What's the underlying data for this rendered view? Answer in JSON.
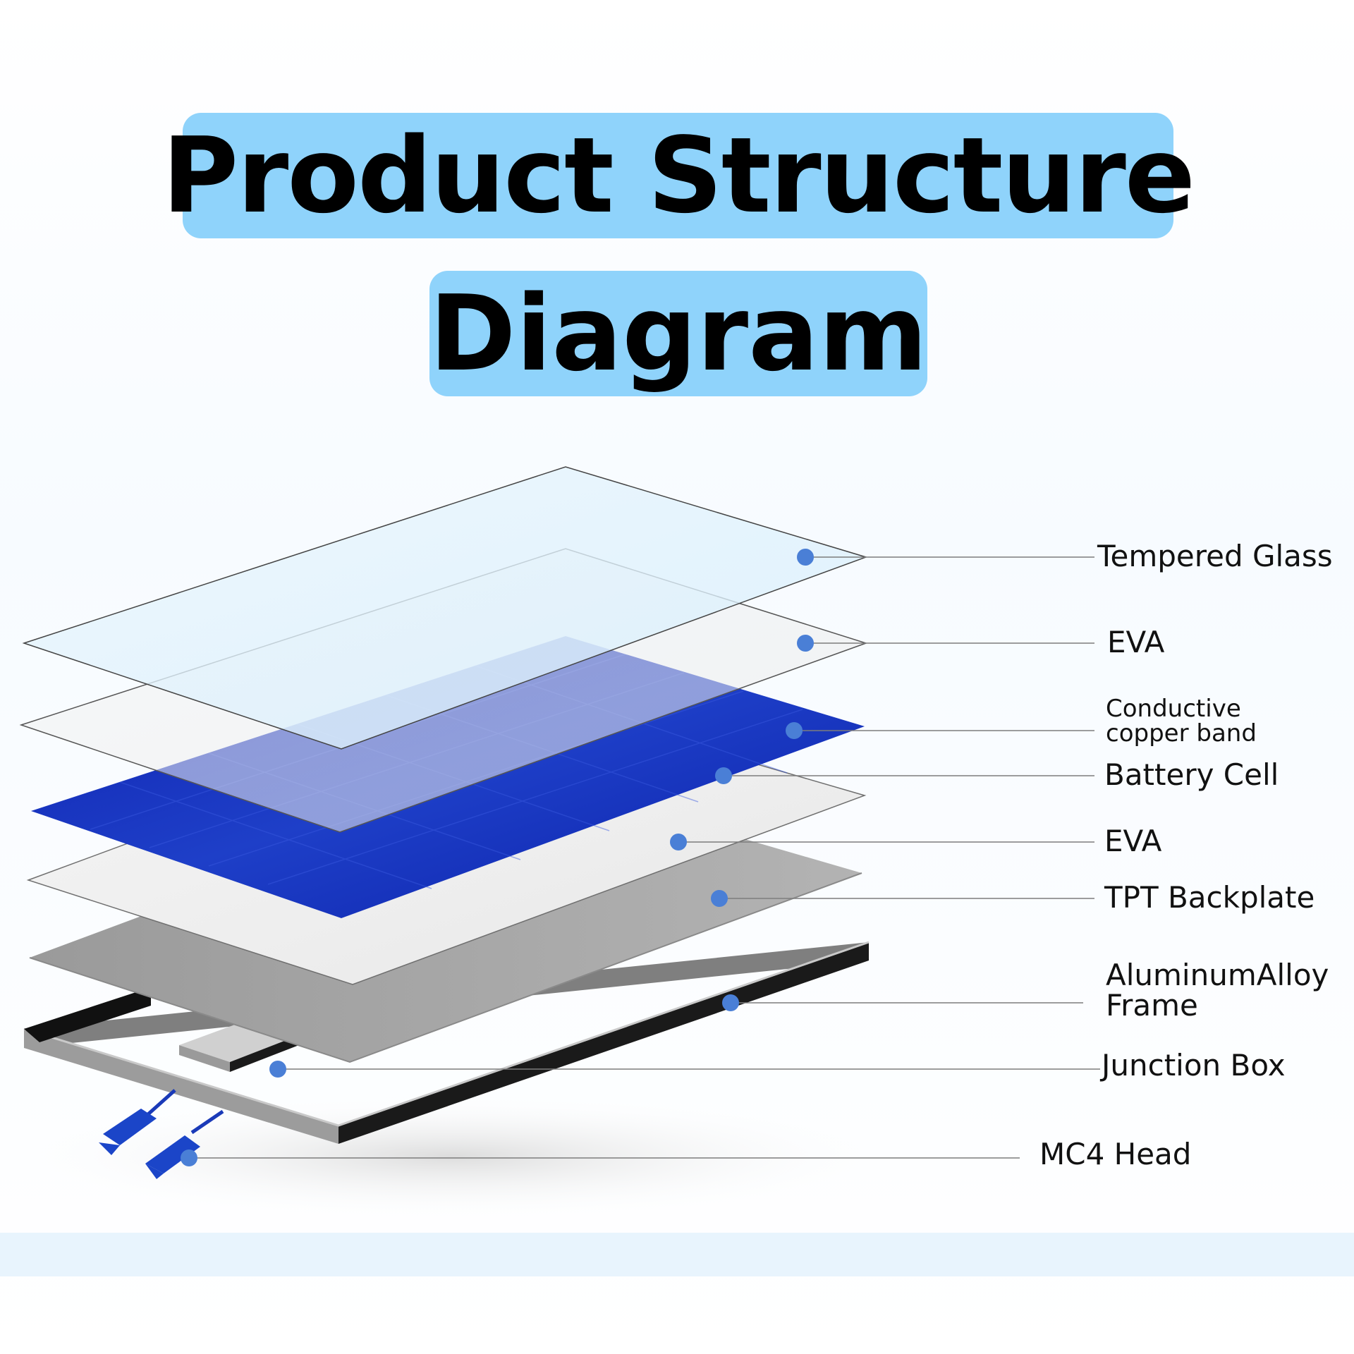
{
  "title": {
    "line1": "Product Structure",
    "line2": "Diagram"
  },
  "colors": {
    "title_pill": "#8fd3fb",
    "cell_blue": "#1028b8",
    "marker_blue": "#4a7fd6",
    "frame_dark": "#151515",
    "backplate_gray": "#a9a9a9"
  },
  "layers": [
    {
      "label": "Tempered Glass"
    },
    {
      "label": "EVA"
    },
    {
      "label_lines": [
        "Conductive",
        "copper band"
      ]
    },
    {
      "label": "Battery Cell"
    },
    {
      "label": "EVA"
    },
    {
      "label": "TPT Backplate"
    },
    {
      "label_lines": [
        "AluminumAlloy",
        "Frame"
      ]
    },
    {
      "label": "Junction Box"
    },
    {
      "label": "MC4 Head"
    }
  ]
}
